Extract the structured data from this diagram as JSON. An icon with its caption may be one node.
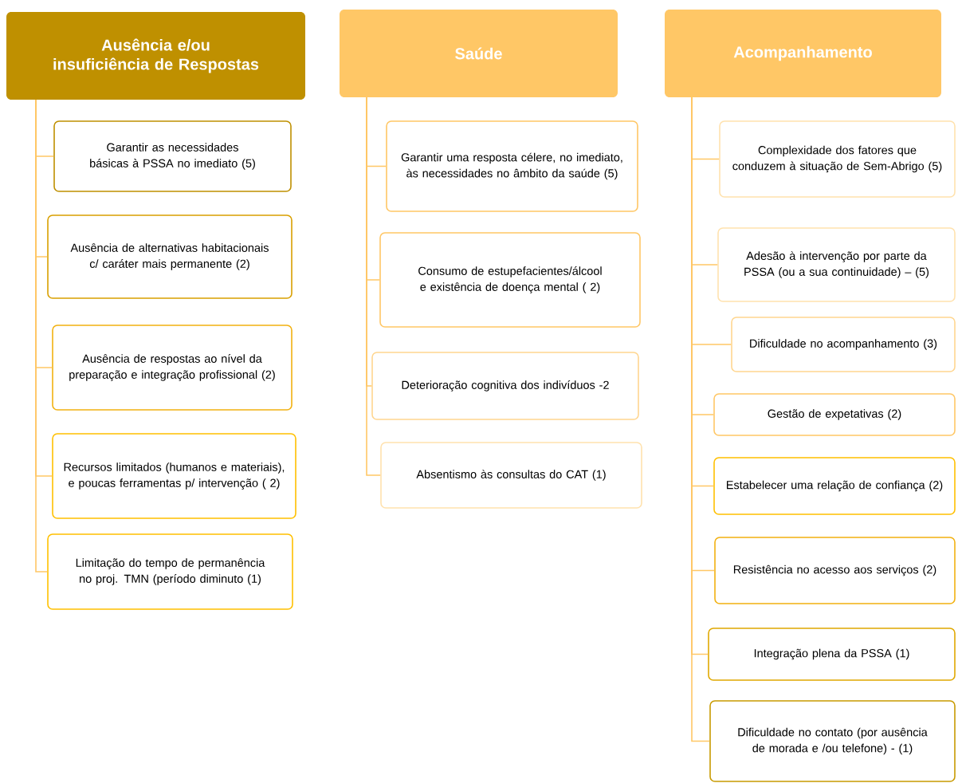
{
  "diagram": {
    "nodes": [
      {
        "text": [
          "Ausência e/ou insuficiência de Respostas"
        ]
      },
      {
        "text": [
          "Garantir as necessidades básicas à PSSA no imediato (5)"
        ]
      },
      {
        "text": [
          "Ausência de alternativas habitacionais c/ caráter mais permanente (2)"
        ]
      },
      {
        "text": [
          "Ausência de respostas ao nível da preparação e integração profissional (2)"
        ]
      },
      {
        "text": [
          "Recursos limitados (humanos e materiais), e poucas ferramentas p/ intervenção ( 2)"
        ]
      },
      {
        "text": [
          "Limitação do tempo de permanência no proj. TMN (período diminuto (1)"
        ]
      },
      {
        "text": [
          "Saúde"
        ]
      },
      {
        "text": [
          "Garantir uma resposta célere, no imediato, às necessidades no âmbito  da saúde (5)"
        ]
      },
      {
        "text": [
          "Consumo de estupefacientes/álcool e existência de doença mental ( 2)"
        ]
      },
      {
        "text": [
          "Deterioração cognitiva dos indivíduos -2"
        ]
      },
      {
        "text": [
          "Absentismo às consultas do CAT (1)"
        ]
      },
      {
        "text": [
          "Acompanhamento"
        ]
      },
      {
        "text": [
          "Complexidade dos fatores que conduzem à situação de Sem-Abrigo (5)"
        ]
      },
      {
        "text": [
          "Adesão à intervenção por parte da PSSA (ou a sua continuidade) – (5)"
        ]
      },
      {
        "text": [
          "Dificuldade no acompanhamento (3)"
        ]
      },
      {
        "text": [
          "Gestão de expetativas (2)"
        ]
      },
      {
        "text": [
          "Estabelecer uma relação de confiança (2)"
        ]
      },
      {
        "text": [
          "Resistência no acesso aos serviços (2)"
        ]
      },
      {
        "text": [
          "Integração plena da PSSA (1)"
        ]
      },
      {
        "text": [
          "Dificuldade no contato (por ausência de morada e /ou telefone) - (1)"
        ]
      }
    ],
    "edges": [
      {
        "from": 0,
        "to": 1,
        "arrow": "none"
      },
      {
        "from": 0,
        "to": 2,
        "arrow": "none"
      },
      {
        "from": 0,
        "to": 3,
        "arrow": "none"
      },
      {
        "from": 0,
        "to": 4,
        "arrow": "none"
      },
      {
        "from": 0,
        "to": 5,
        "arrow": "none"
      },
      {
        "from": 6,
        "to": 7,
        "arrow": "none"
      },
      {
        "from": 6,
        "to": 8,
        "arrow": "none"
      },
      {
        "from": 6,
        "to": 9,
        "arrow": "none"
      },
      {
        "from": 6,
        "to": 10,
        "arrow": "none"
      },
      {
        "from": 11,
        "to": 12,
        "arrow": "none"
      },
      {
        "from": 11,
        "to": 13,
        "arrow": "none"
      },
      {
        "from": 11,
        "to": 14,
        "arrow": "none"
      },
      {
        "from": 11,
        "to": 15,
        "arrow": "none"
      },
      {
        "from": 11,
        "to": 16,
        "arrow": "none"
      },
      {
        "from": 11,
        "to": 17,
        "arrow": "none"
      },
      {
        "from": 11,
        "to": 18,
        "arrow": "none"
      },
      {
        "from": 11,
        "to": 19,
        "arrow": "none"
      }
    ]
  }
}
